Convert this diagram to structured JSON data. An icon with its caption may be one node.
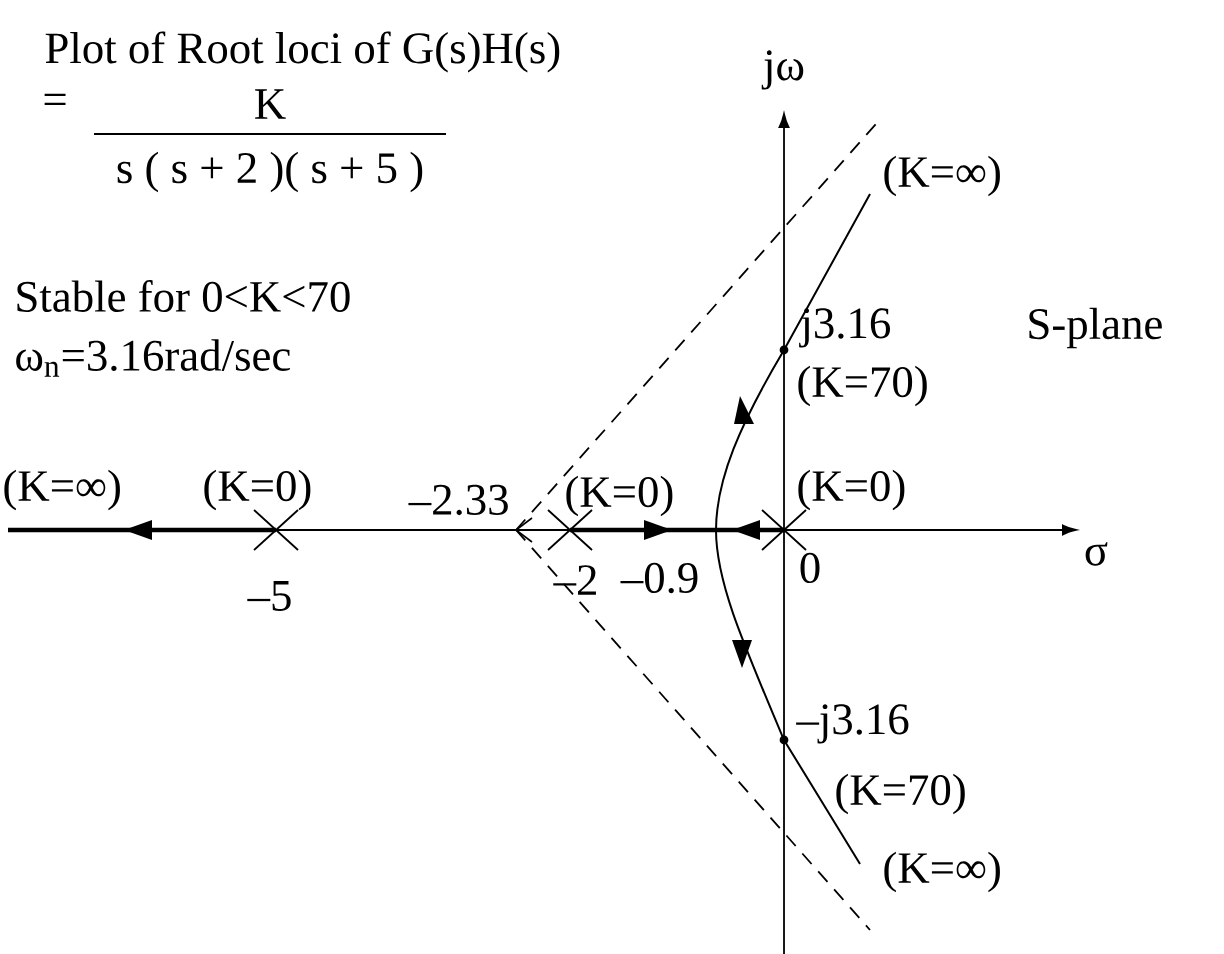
{
  "diagram": {
    "title": "Plot of Root loci of G(s)H(s)",
    "labels": [
      "=",
      "K",
      "s ( s + 2 )( s + 5 )",
      "jω",
      "(K=∞)",
      "Stable for  0<K<70",
      "ω$_{n}$=3.16rad/sec",
      "j3.16",
      "S-plane",
      "(K=70)",
      "(K=∞)",
      "(K=0)",
      "–2.33",
      "(K=0)",
      "(K=0)",
      "σ",
      "–5",
      "–2",
      "–0.9",
      "0",
      "–j3.16",
      "(K=70)",
      "(K=∞)"
    ]
  }
}
